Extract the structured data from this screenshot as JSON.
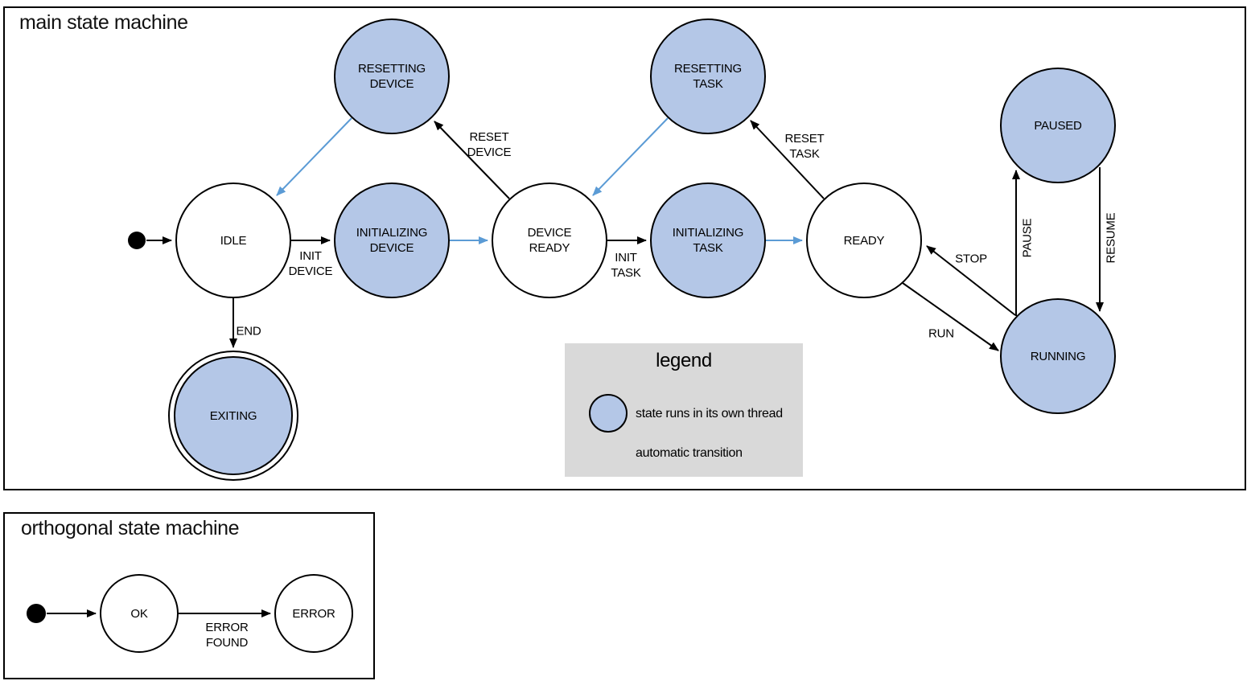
{
  "colors": {
    "thread_state_fill": "#b4c7e7",
    "automatic_transition_blue": "#5b9bd5",
    "outline_black": "#000000",
    "legend_background": "#d9d9d9"
  },
  "main_machine": {
    "title": "main state machine",
    "states": {
      "idle": {
        "label": "IDLE",
        "thread": false
      },
      "initializing_device": {
        "label": "INITIALIZING\nDEVICE",
        "thread": true
      },
      "device_ready": {
        "label": "DEVICE\nREADY",
        "thread": false
      },
      "initializing_task": {
        "label": "INITIALIZING\nTASK",
        "thread": true
      },
      "ready": {
        "label": "READY",
        "thread": false
      },
      "resetting_device": {
        "label": "RESETTING\nDEVICE",
        "thread": true
      },
      "resetting_task": {
        "label": "RESETTING\nTASK",
        "thread": true
      },
      "paused": {
        "label": "PAUSED",
        "thread": true
      },
      "running": {
        "label": "RUNNING",
        "thread": true
      },
      "exiting": {
        "label": "EXITING",
        "thread": true,
        "final_state": true
      }
    },
    "transitions": {
      "init_device": {
        "label": "INIT\nDEVICE",
        "from": "idle",
        "to": "initializing_device"
      },
      "reset_device": {
        "label": "RESET\nDEVICE",
        "from": "device_ready",
        "to": "resetting_device"
      },
      "init_task": {
        "label": "INIT\nTASK",
        "from": "device_ready",
        "to": "initializing_task"
      },
      "reset_task": {
        "label": "RESET\nTASK",
        "from": "ready",
        "to": "resetting_task"
      },
      "end": {
        "label": "END",
        "from": "idle",
        "to": "exiting"
      },
      "run": {
        "label": "RUN",
        "from": "ready",
        "to": "running"
      },
      "stop": {
        "label": "STOP",
        "from": "running",
        "to": "ready"
      },
      "pause": {
        "label": "PAUSE",
        "from": "running",
        "to": "paused"
      },
      "resume": {
        "label": "RESUME",
        "from": "paused",
        "to": "running"
      }
    },
    "automatic_transitions": [
      {
        "from": "initializing_device",
        "to": "device_ready"
      },
      {
        "from": "initializing_task",
        "to": "ready"
      },
      {
        "from": "resetting_device",
        "to": "idle"
      },
      {
        "from": "resetting_task",
        "to": "device_ready"
      }
    ]
  },
  "legend": {
    "title": "legend",
    "thread_label": "state runs in its own thread",
    "auto_label": "automatic transition"
  },
  "orthogonal_machine": {
    "title": "orthogonal state machine",
    "states": {
      "ok": {
        "label": "OK",
        "thread": false
      },
      "error": {
        "label": "ERROR",
        "thread": false
      }
    },
    "transitions": {
      "error_found": {
        "label": "ERROR\nFOUND",
        "from": "ok",
        "to": "error"
      }
    }
  }
}
